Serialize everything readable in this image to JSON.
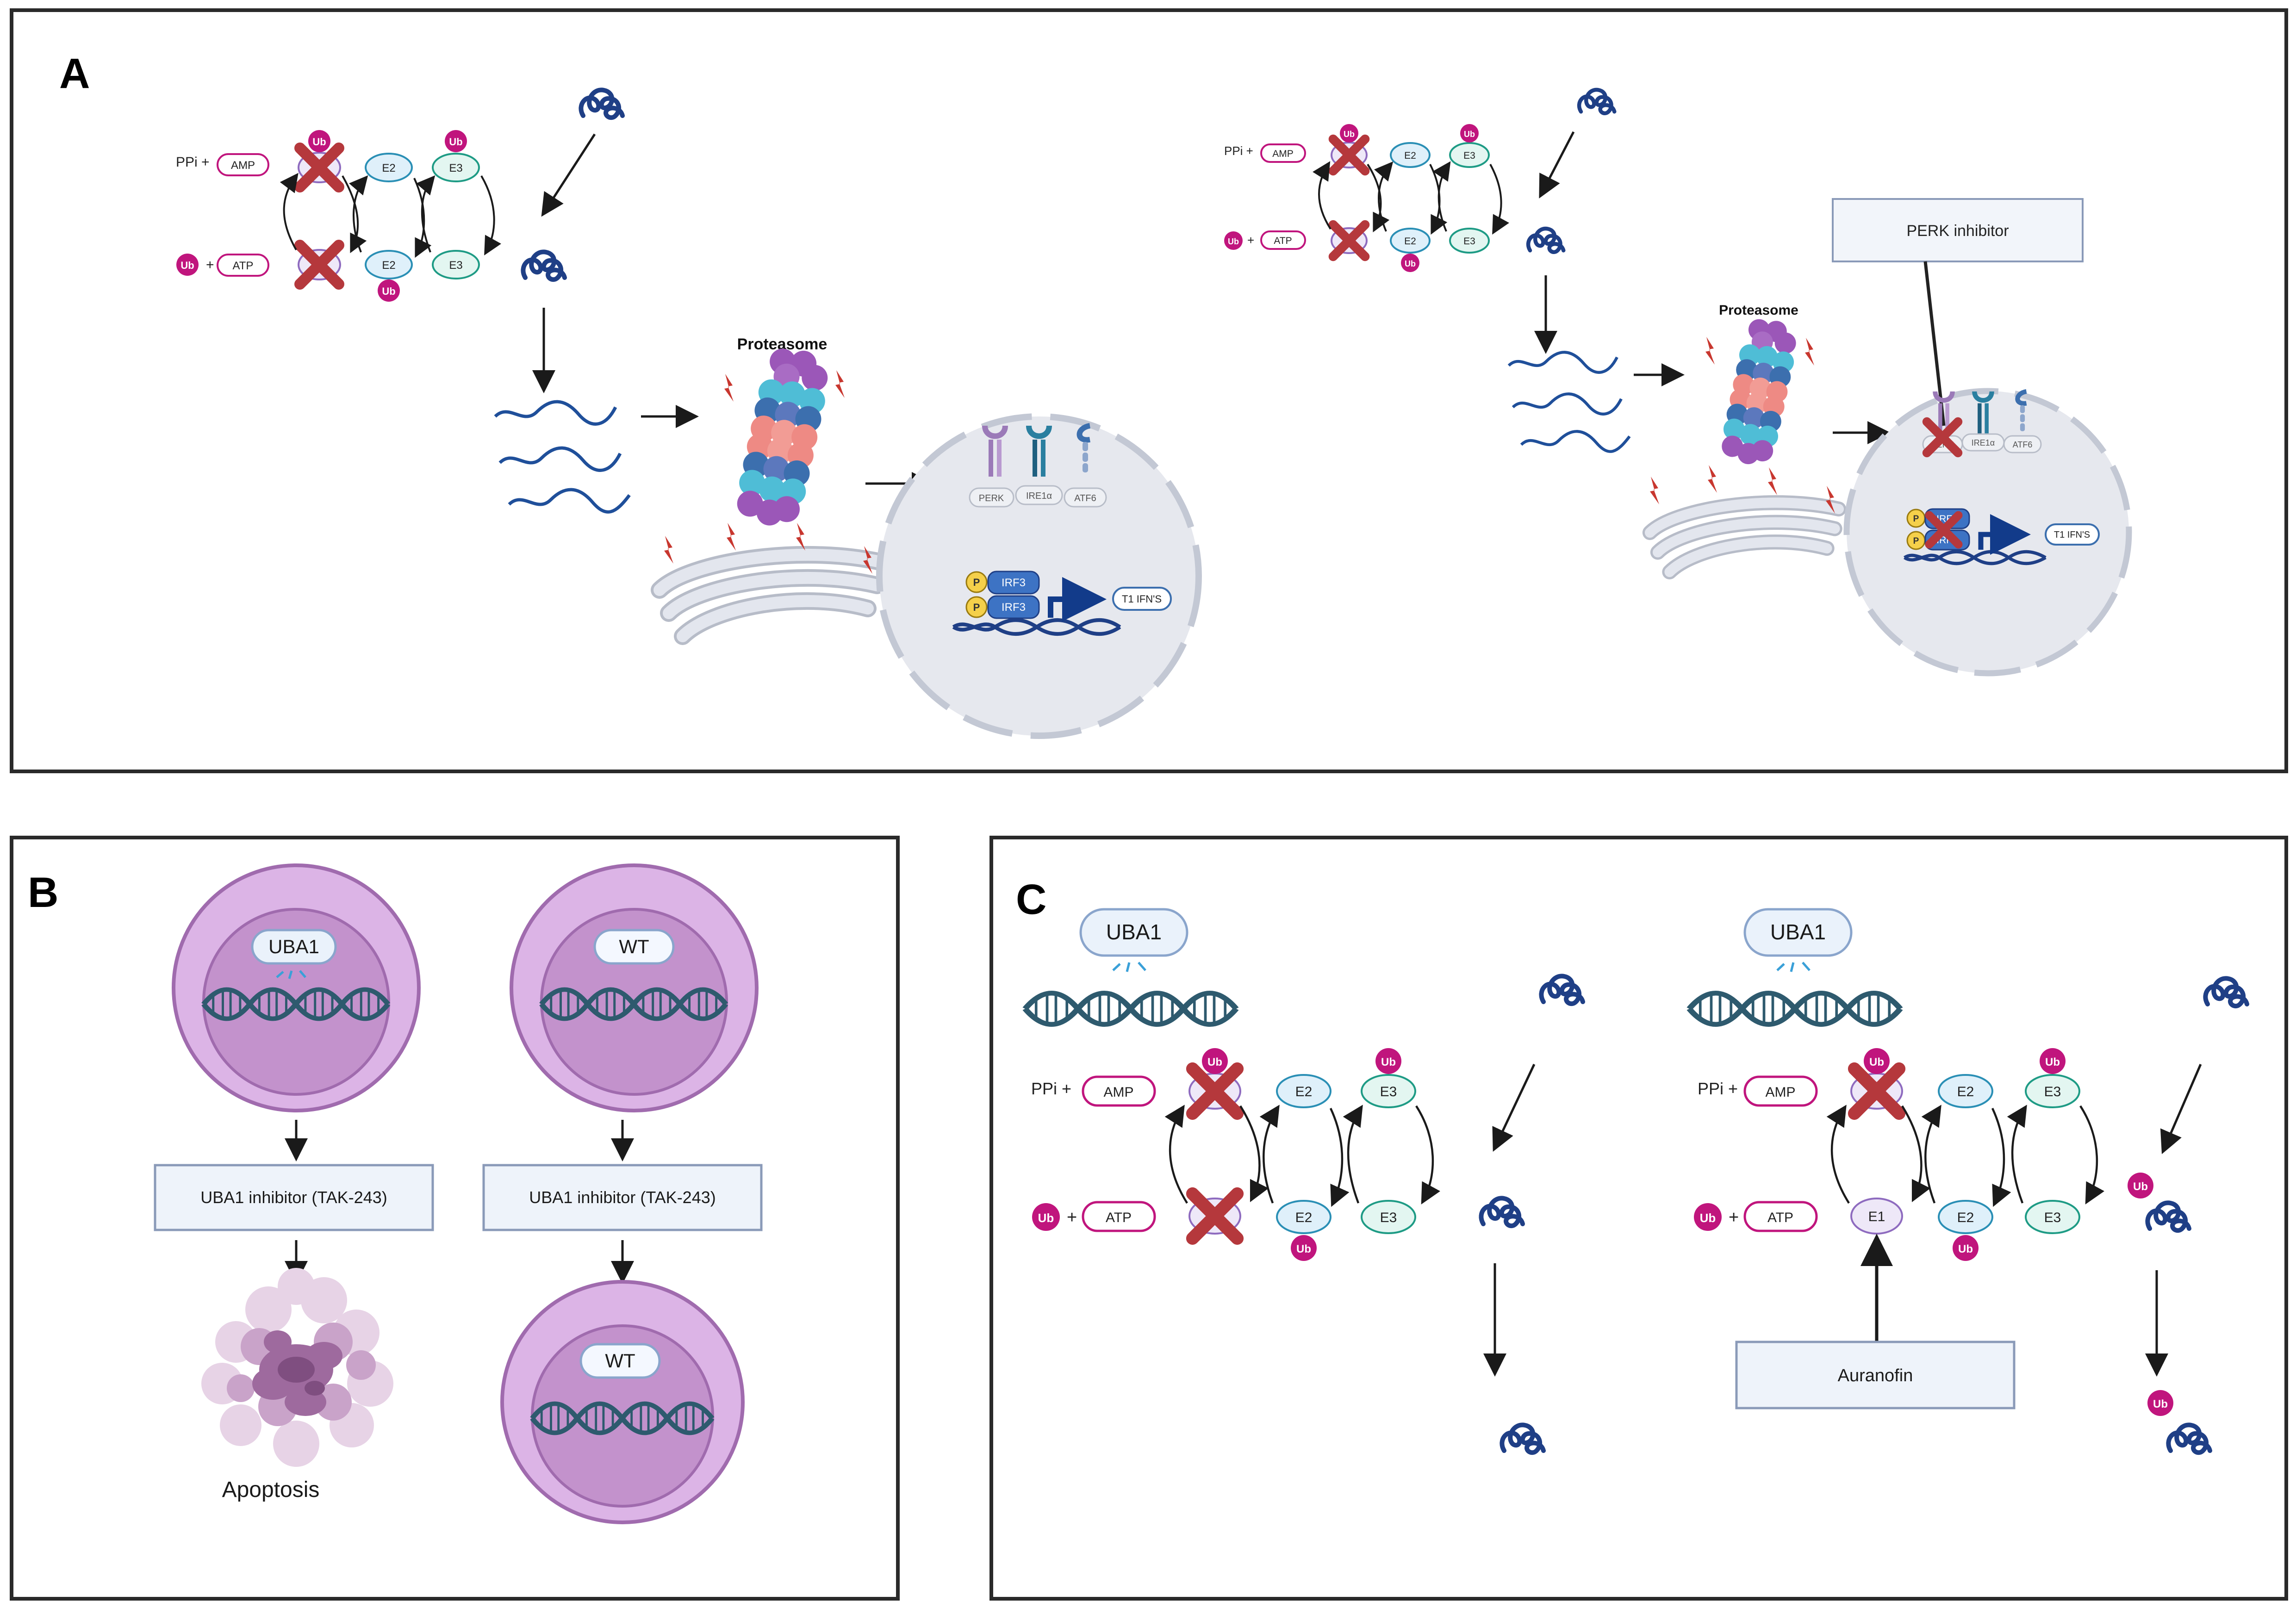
{
  "panel_a": {
    "letter": "A",
    "left": {
      "ppi_label": "PPi +",
      "amp_label": "AMP",
      "atp_label": "ATP",
      "ub": "Ub",
      "e2": "E2",
      "e3": "E3",
      "proteasome_label": "Proteasome",
      "receptors": [
        "PERK",
        "IRE1α",
        "ATF6"
      ],
      "p": "P",
      "irf3": "IRF3",
      "output": "T1 IFN'S"
    },
    "right": {
      "ppi_label": "PPi +",
      "amp_label": "AMP",
      "atp_label": "ATP",
      "ub": "Ub",
      "e2": "E2",
      "e3": "E3",
      "proteasome_label": "Proteasome",
      "inhibitor": "PERK inhibitor",
      "receptors": [
        "PERK",
        "IRE1α",
        "ATF6"
      ],
      "p": "P",
      "irf3": "IRF3",
      "output": "T1 IFN'S"
    }
  },
  "panel_b": {
    "letter": "B",
    "left_gene": "UBA1",
    "right_gene": "WT",
    "inhibitor_left": "UBA1 inhibitor (TAK-243)",
    "inhibitor_right": "UBA1 inhibitor (TAK-243)",
    "outcome_left": "Apoptosis",
    "outcome_right_gene": "WT"
  },
  "panel_c": {
    "letter": "C",
    "left": {
      "gene": "UBA1",
      "ppi_label": "PPi +",
      "amp_label": "AMP",
      "atp_label": "ATP",
      "ub": "Ub",
      "e2": "E2",
      "e3": "E3"
    },
    "right": {
      "gene": "UBA1",
      "ppi_label": "PPi +",
      "amp_label": "AMP",
      "atp_label": "ATP",
      "ub": "Ub",
      "e1": "E1",
      "e2": "E2",
      "e3": "E3",
      "drug": "Auranofin"
    }
  },
  "colors": {
    "ub": "#c0157d",
    "e2_fill": "#dff0fa",
    "e2_stroke": "#2a8fb5",
    "e3_fill": "#e3f6f1",
    "e3_stroke": "#1e9b85",
    "cross": "#b5383c",
    "protein": "#1f3f86",
    "proteasome_purple": "#9b57b8",
    "proteasome_salmon": "#ee8a84",
    "proteasome_cyan": "#4fbdd6",
    "cell_membrane": "#a06bae",
    "cell_cytoplasm": "#dcb4e6",
    "cell_nucleus": "#c392cc",
    "dna": "#2e5a6e",
    "nucleus_gray": "#e6e8ee"
  }
}
